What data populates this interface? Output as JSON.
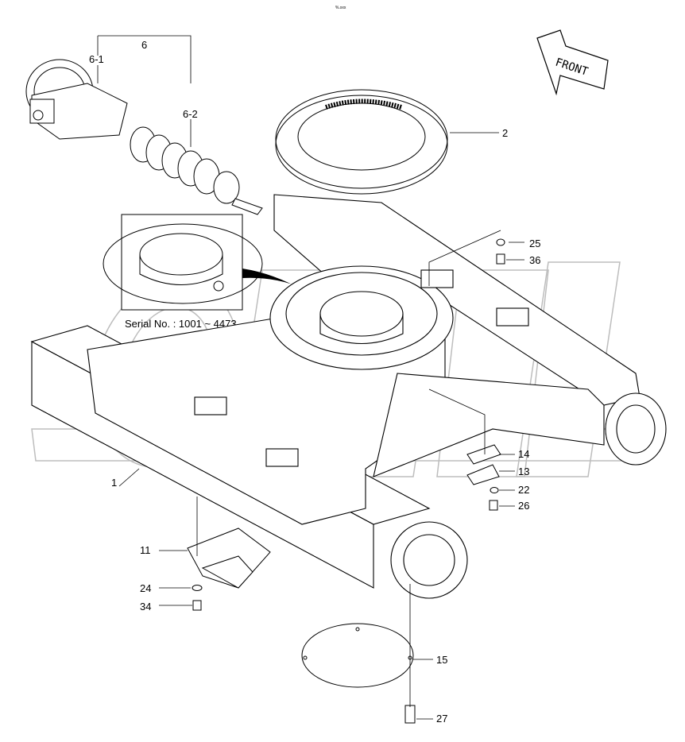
{
  "header": {
    "mark": "%.xxx"
  },
  "front_label": "FRONT",
  "serial_note": "Serial No. : 1001 ~ 4473",
  "callouts": {
    "p1": "1",
    "p2": "2",
    "p6": "6",
    "p6_1": "6-1",
    "p6_2": "6-2",
    "p11": "11",
    "p13": "13",
    "p14": "14",
    "p15": "15",
    "p22": "22",
    "p24": "24",
    "p25": "25",
    "p26": "26",
    "p27": "27",
    "p34": "34",
    "p36": "36"
  },
  "colors": {
    "line": "#000000",
    "background": "#ffffff",
    "watermark": "#bbbbbb"
  }
}
